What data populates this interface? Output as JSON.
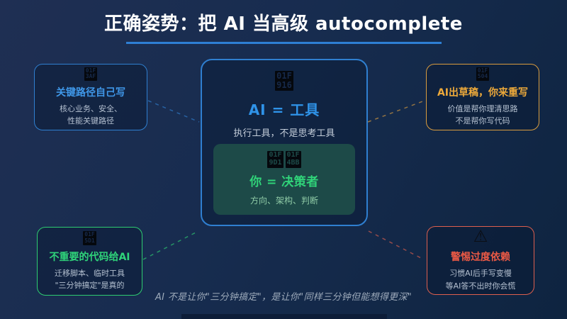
{
  "slide": {
    "title": "正确姿势：把 AI 当高级 autocomplete",
    "caption": "AI 不是让你\"三分钟搞定\"，是让你\"同样三分钟但能想得更深\"",
    "underline_color": "#2e7fd4"
  },
  "center": {
    "robot_tofu": {
      "row1": "01F",
      "row2": "916"
    },
    "heading": "AI = 工具",
    "subheading": "执行工具，不是思考工具",
    "accent": "#2f7fd0",
    "inner": {
      "person_tofu": {
        "row1": "01F",
        "row2": "9D1"
      },
      "laptop_tofu": {
        "row1": "01F",
        "row2": "4BB"
      },
      "heading": "你 = 决策者",
      "subheading": "方向、架构、判断",
      "accent": "#2ecc71",
      "background": "#1d4a48"
    }
  },
  "cards": [
    {
      "title": "关键路径自己写",
      "line1": "核心业务、安全、",
      "line2": "性能关键路径",
      "tofu": {
        "row1": "01F",
        "row2": "3AF"
      },
      "accent": "#2f7fd0"
    },
    {
      "title": "AI出草稿，你来重写",
      "line1": "价值是帮你理清思路",
      "line2": "不是帮你写代码",
      "tofu": {
        "row1": "01F",
        "row2": "504"
      },
      "accent": "#d99c3f"
    },
    {
      "title": "不重要的代码给AI",
      "line1": "迁移脚本、临时工具",
      "line2": "\"三分钟搞定\"是真的",
      "tofu": {
        "row1": "01F",
        "row2": "5D1"
      },
      "accent": "#2ecc71"
    },
    {
      "title": "警惕过度依赖",
      "line1": "习惯AI后手写变慢",
      "line2": "等AI答不出时你会慌",
      "icon_glyph": "⚠",
      "accent": "#dd5f4e"
    }
  ]
}
